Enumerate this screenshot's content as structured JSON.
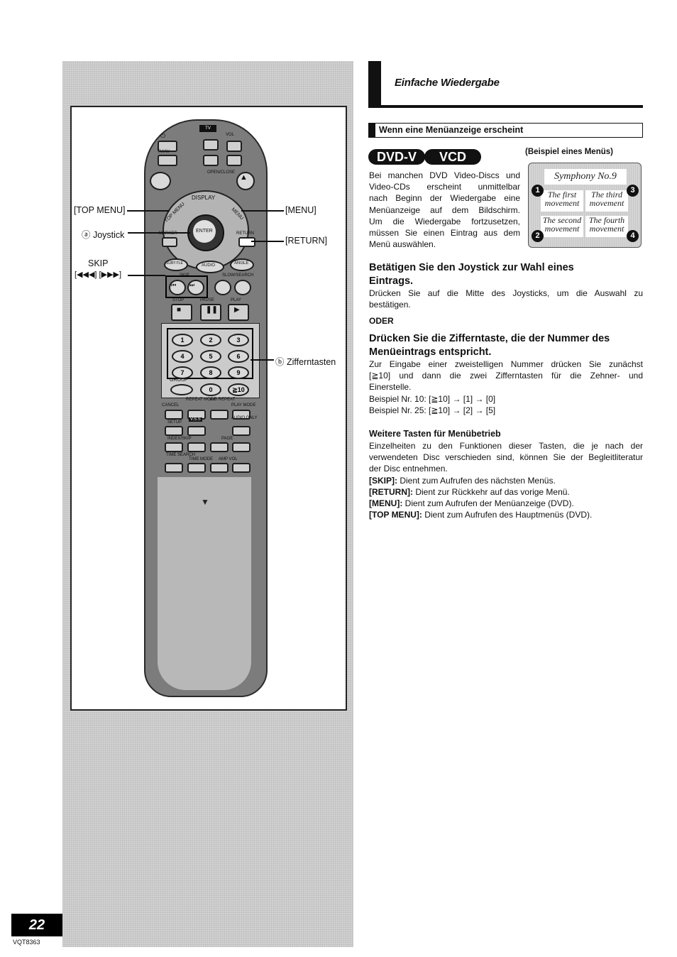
{
  "page": {
    "number": "22",
    "doc_code": "VQT8363"
  },
  "header": {
    "section_title": "Einfache Wiedergabe",
    "subsection_title": "Wenn eine Menüanzeige erscheint"
  },
  "badges": [
    "DVD-V",
    "VCD"
  ],
  "menu_example": {
    "label": "(Beispiel eines Menüs)",
    "title": "Symphony No.9",
    "items": [
      {
        "num": "1",
        "line1": "The first",
        "line2": "movement"
      },
      {
        "num": "2",
        "line1": "The second",
        "line2": "movement"
      },
      {
        "num": "3",
        "line1": "The third",
        "line2": "movement"
      },
      {
        "num": "4",
        "line1": "The fourth",
        "line2": "movement"
      }
    ]
  },
  "intro": {
    "lines": [
      "Bei manchen DVD Video-Discs und",
      "Video-CDs erscheint unmittelbar",
      "nach Beginn der Wiedergabe eine",
      "Menüanzeige auf dem Bildschirm.",
      "Um die Wiedergabe fortzusetzen,",
      "müssen Sie einen Eintrag aus dem",
      "Menü auswählen."
    ]
  },
  "step1": {
    "heading_line1": "Betätigen Sie den Joystick zur Wahl eines",
    "heading_line2": "Eintrags.",
    "body_line1": "Drücken Sie auf die Mitte des Joysticks, um die Auswahl zu",
    "body_line2": "bestätigen."
  },
  "oder": "ODER",
  "step2": {
    "heading_line1": "Drücken Sie die Zifferntaste, die der Nummer des",
    "heading_line2": "Menüeintrags entspricht.",
    "body_line1": "Zur Eingabe einer zweistelligen Nummer drücken Sie zunächst",
    "body_line2": "[≧10] und dann die zwei Zifferntasten für die Zehner- und",
    "body_line3": "Einerstelle.",
    "example1": "Beispiel Nr. 10: [≧10] → [1] → [0]",
    "example2": "Beispiel Nr. 25: [≧10] → [2] → [5]"
  },
  "more_buttons": {
    "heading": "Weitere Tasten für Menübetrieb",
    "body_line1": "Einzelheiten zu den Funktionen dieser Tasten, die je nach der",
    "body_line2": "verwendeten Disc verschieden sind, können Sie der Begleitliteratur",
    "body_line3": "der Disc entnehmen.",
    "items": [
      {
        "key": "[SKIP]:",
        "desc": " Dient zum Aufrufen des nächsten Menüs."
      },
      {
        "key": "[RETURN]:",
        "desc": " Dient zur Rückkehr auf das vorige Menü."
      },
      {
        "key": "[MENU]:",
        "desc": " Dient zum Aufrufen der Menüanzeige (DVD)."
      },
      {
        "key": "[TOP MENU]:",
        "desc": " Dient zum Aufrufen des Hauptmenüs (DVD)."
      }
    ]
  },
  "remote": {
    "callouts": {
      "top_menu": "[TOP MENU]",
      "menu": "[MENU]",
      "joystick": "ⓐ Joystick",
      "return": "[RETURN]",
      "skip_line1": "SKIP",
      "skip_line2": "[◀◀◀] [▶▶▶]",
      "numeric": "ⓑ Zifferntasten"
    },
    "labels": {
      "tv": "TV",
      "vol": "VOL",
      "tvav": "TV/AV",
      "open_close": "OPEN/CLOSE",
      "display": "DISPLAY",
      "top_menu": "TOP MENU",
      "menu": "MENU",
      "enter": "ENTER",
      "marker": "MARKER",
      "return": "RETURN",
      "subtitle": "SUBTITLE",
      "audio": "AUDIO",
      "angle": "ANGLE",
      "skip": "SKIP",
      "slow_search": "SLOW/SEARCH",
      "stop": "STOP",
      "pause": "PAUSE",
      "play": "PLAY",
      "group": "GROUP",
      "cancel": "CANCEL",
      "repeat_mode": "REPEAT MODE",
      "ab_repeat": "A-B REPEAT",
      "play_mode": "PLAY MODE",
      "setup": "SETUP",
      "vss": "V.S.S",
      "audio_only": "AUDIO ONLY",
      "index_skip": "INDEX/SKIP",
      "page": "PAGE",
      "time_search": "TIME SEARCH",
      "time_mode": "TIME MODE",
      "amp_vol": "AMP VOL"
    },
    "number_keys": [
      "1",
      "2",
      "3",
      "4",
      "5",
      "6",
      "7",
      "8",
      "9",
      "0",
      "≧10"
    ]
  }
}
